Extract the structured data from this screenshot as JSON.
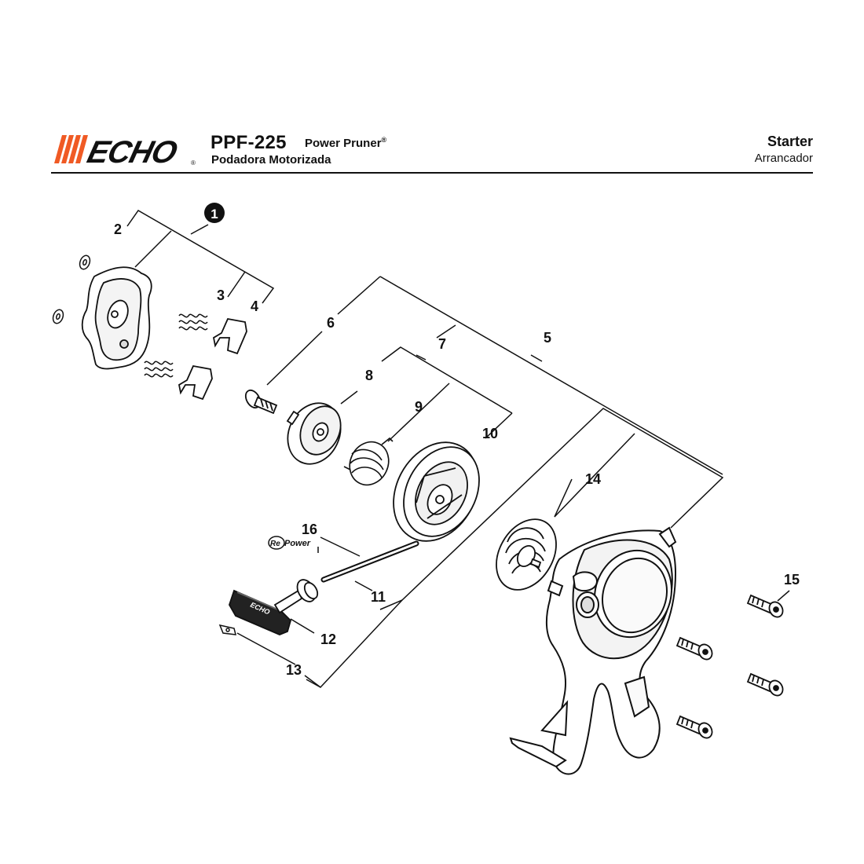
{
  "brand": {
    "logo_text": "ECHO",
    "accent_color": "#f05a24"
  },
  "header": {
    "model": "PPF-225",
    "product_en": "Power Pruner",
    "registered_mark": "®",
    "product_es": "Podadora Motorizada",
    "section_en": "Starter",
    "section_es": "Arrancador"
  },
  "parts": {
    "p1": "1",
    "p2": "2",
    "p3": "3",
    "p4": "4",
    "p5": "5",
    "p6": "6",
    "p7": "7",
    "p8": "8",
    "p9": "9",
    "p10": "10",
    "p11": "11",
    "p12": "12",
    "p13": "13",
    "p14": "14",
    "p15": "15",
    "p16": "16"
  },
  "decals": {
    "repower_re": "Re",
    "repower_power": "Power",
    "handle_text": "ECHO"
  }
}
